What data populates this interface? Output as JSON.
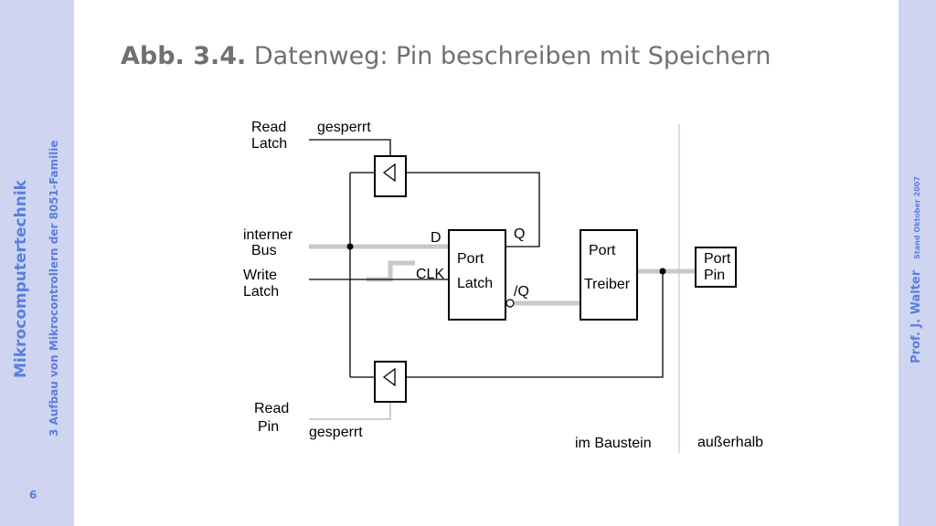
{
  "sidebar": {
    "course": "Mikrocomputertechnik",
    "chapter": "3 Aufbau von Mikrocontrollern der 8051-Familie",
    "page_number": "6"
  },
  "right_sidebar": {
    "author": "Prof. J. Walter",
    "stand": "Stand Oktober 2007"
  },
  "title": {
    "number": "Abb. 3.4.",
    "text": "Datenweg: Pin beschreiben mit Speichern"
  },
  "diagram": {
    "read_latch": [
      "Read",
      "Latch"
    ],
    "gesperrt_top": "gesperrt",
    "interner_bus": [
      "interner",
      "Bus"
    ],
    "write_latch": [
      "Write",
      "Latch"
    ],
    "read_pin": [
      "Read",
      "Pin"
    ],
    "gesperrt_bottom": "gesperrt",
    "pin_d": "D",
    "pin_q": "Q",
    "pin_clk": "CLK",
    "pin_nq": "/Q",
    "port_latch": [
      "Port",
      "Latch"
    ],
    "port_treiber": [
      "Port",
      "Treiber"
    ],
    "port_pin": [
      "Port",
      "Pin"
    ],
    "im_baustein": "im Baustein",
    "ausserhalb": "außerhalb"
  }
}
